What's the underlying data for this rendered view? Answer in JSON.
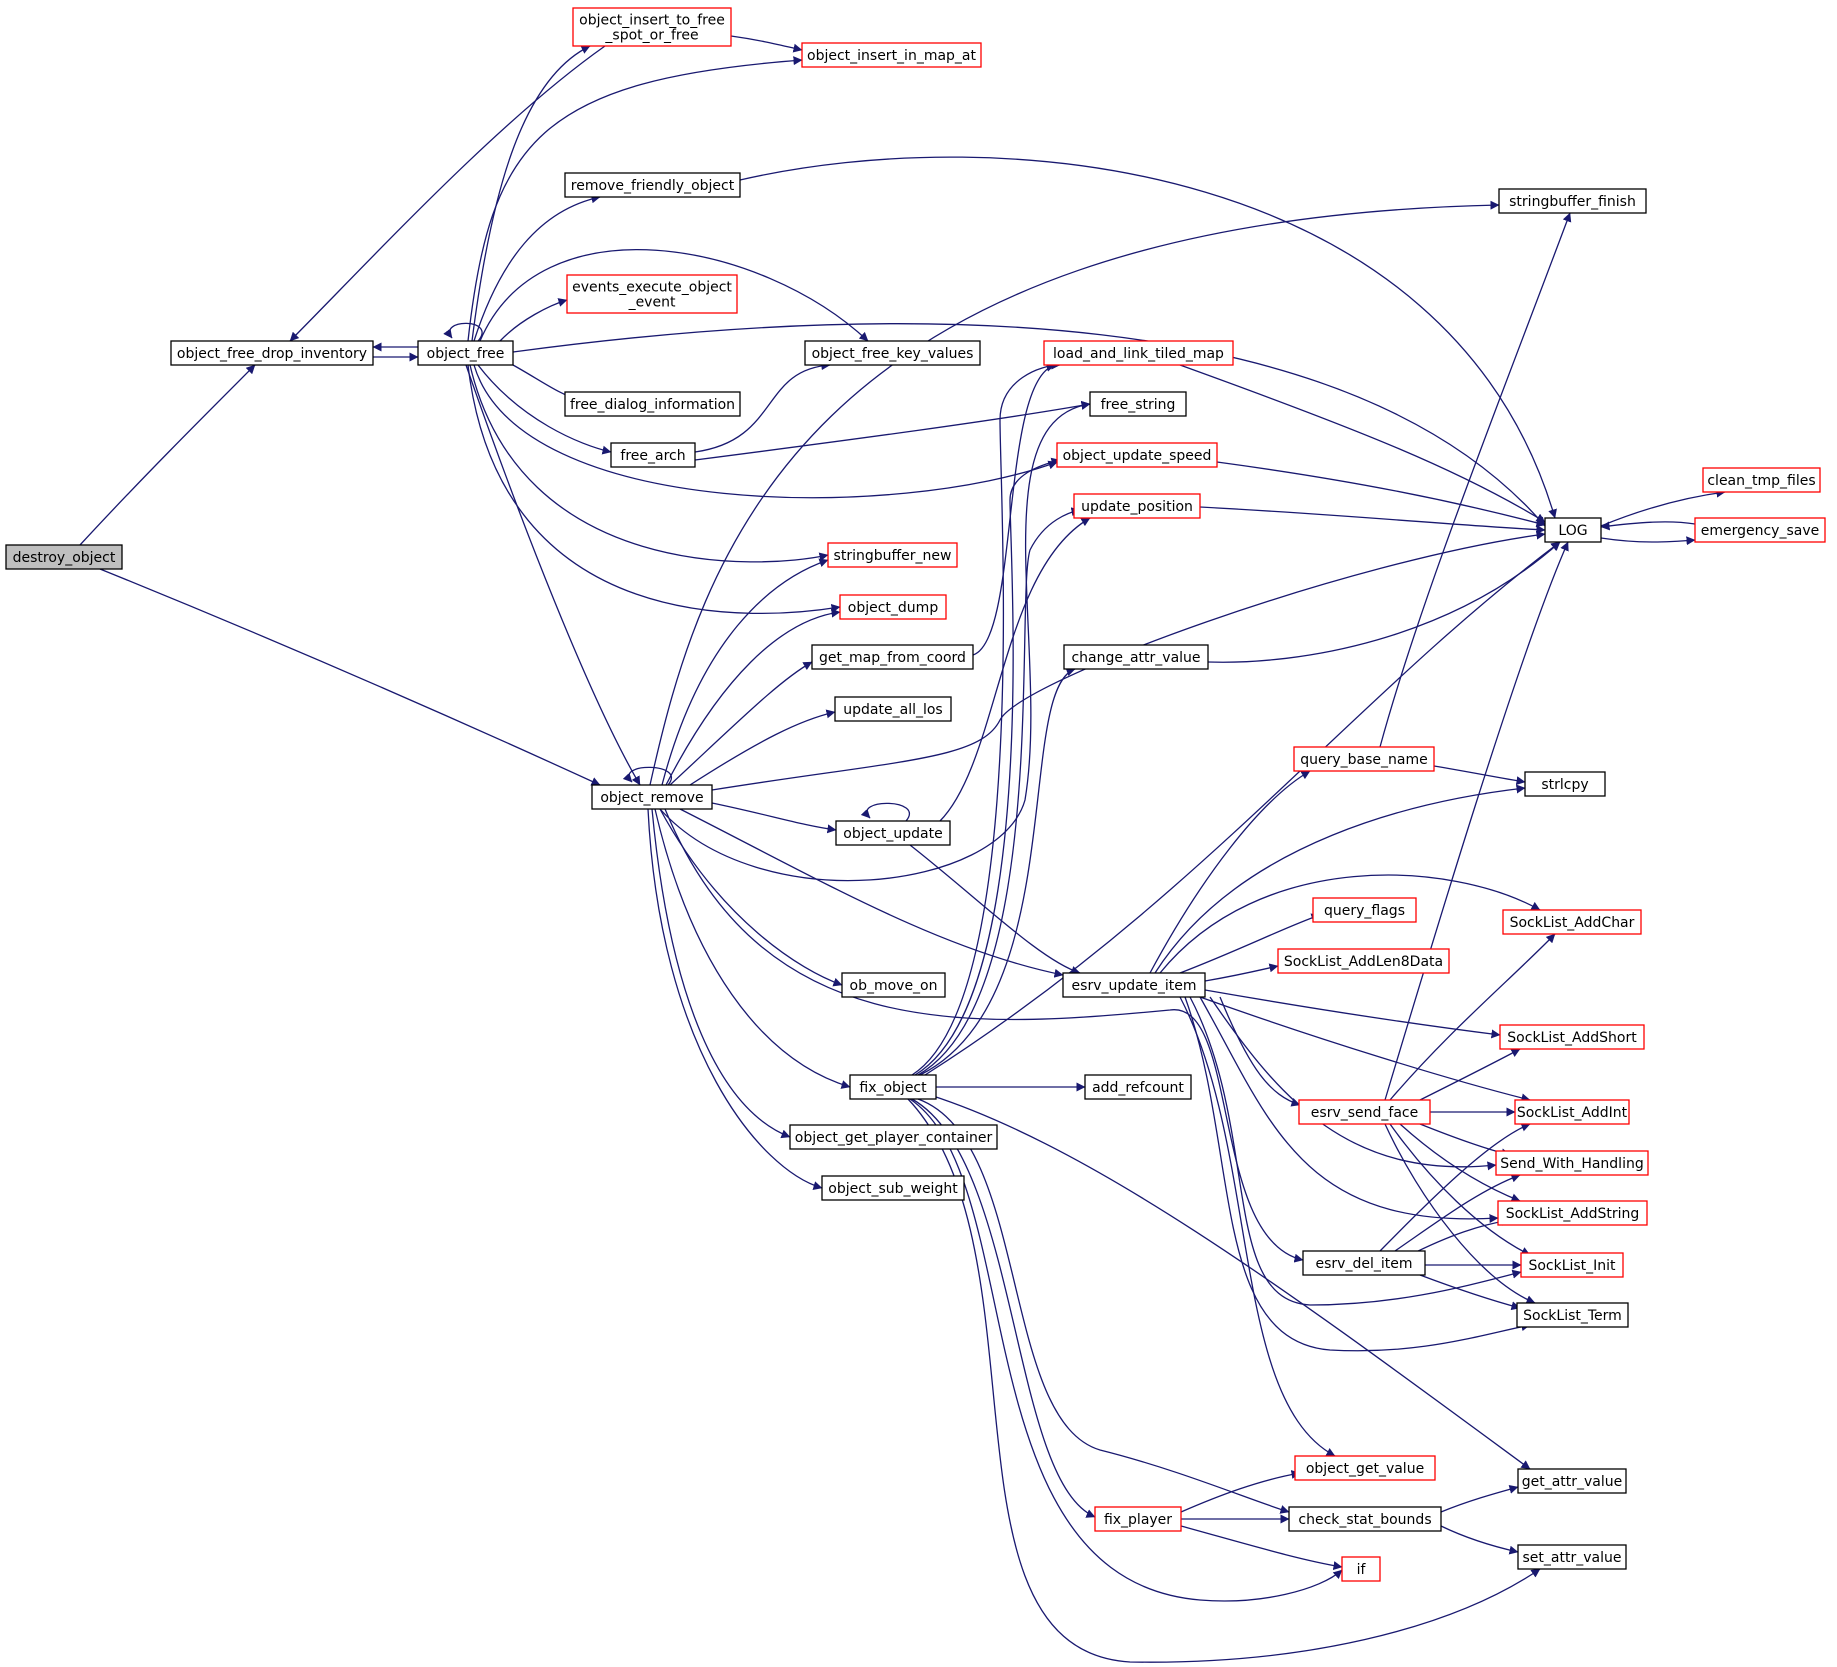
{
  "colors": {
    "edge": "#191970",
    "link_border": "#ff0000",
    "plain_border": "#000000",
    "root_fill": "#bfbfbf"
  },
  "nodes": {
    "destroy_object": {
      "lines": [
        "destroy_object"
      ],
      "style": "root"
    },
    "object_free_drop_inventory": {
      "lines": [
        "object_free_drop_inventory"
      ],
      "style": "plain"
    },
    "object_free": {
      "lines": [
        "object_free"
      ],
      "style": "plain"
    },
    "object_remove": {
      "lines": [
        "object_remove"
      ],
      "style": "plain"
    },
    "object_insert_to_free_spot_or_free": {
      "lines": [
        "object_insert_to_free",
        "_spot_or_free"
      ],
      "style": "link"
    },
    "object_insert_in_map_at": {
      "lines": [
        "object_insert_in_map_at"
      ],
      "style": "link"
    },
    "remove_friendly_object": {
      "lines": [
        "remove_friendly_object"
      ],
      "style": "plain"
    },
    "events_execute_object_event": {
      "lines": [
        "events_execute_object",
        "_event"
      ],
      "style": "link"
    },
    "object_free_key_values": {
      "lines": [
        "object_free_key_values"
      ],
      "style": "plain"
    },
    "free_dialog_information": {
      "lines": [
        "free_dialog_information"
      ],
      "style": "plain"
    },
    "free_arch": {
      "lines": [
        "free_arch"
      ],
      "style": "plain"
    },
    "stringbuffer_finish": {
      "lines": [
        "stringbuffer_finish"
      ],
      "style": "plain"
    },
    "load_and_link_tiled_map": {
      "lines": [
        "load_and_link_tiled_map"
      ],
      "style": "link"
    },
    "free_string": {
      "lines": [
        "free_string"
      ],
      "style": "plain"
    },
    "object_update_speed": {
      "lines": [
        "object_update_speed"
      ],
      "style": "link"
    },
    "update_position": {
      "lines": [
        "update_position"
      ],
      "style": "link"
    },
    "stringbuffer_new": {
      "lines": [
        "stringbuffer_new"
      ],
      "style": "link"
    },
    "object_dump": {
      "lines": [
        "object_dump"
      ],
      "style": "link"
    },
    "get_map_from_coord": {
      "lines": [
        "get_map_from_coord"
      ],
      "style": "plain"
    },
    "update_all_los": {
      "lines": [
        "update_all_los"
      ],
      "style": "plain"
    },
    "change_attr_value": {
      "lines": [
        "change_attr_value"
      ],
      "style": "plain"
    },
    "object_update": {
      "lines": [
        "object_update"
      ],
      "style": "plain"
    },
    "ob_move_on": {
      "lines": [
        "ob_move_on"
      ],
      "style": "plain"
    },
    "esrv_update_item": {
      "lines": [
        "esrv_update_item"
      ],
      "style": "plain"
    },
    "fix_object": {
      "lines": [
        "fix_object"
      ],
      "style": "plain"
    },
    "add_refcount": {
      "lines": [
        "add_refcount"
      ],
      "style": "plain"
    },
    "object_get_player_container": {
      "lines": [
        "object_get_player_container"
      ],
      "style": "plain"
    },
    "object_sub_weight": {
      "lines": [
        "object_sub_weight"
      ],
      "style": "plain"
    },
    "LOG": {
      "lines": [
        "LOG"
      ],
      "style": "plain"
    },
    "clean_tmp_files": {
      "lines": [
        "clean_tmp_files"
      ],
      "style": "link"
    },
    "emergency_save": {
      "lines": [
        "emergency_save"
      ],
      "style": "link"
    },
    "query_base_name": {
      "lines": [
        "query_base_name"
      ],
      "style": "link"
    },
    "strlcpy": {
      "lines": [
        "strlcpy"
      ],
      "style": "plain"
    },
    "query_flags": {
      "lines": [
        "query_flags"
      ],
      "style": "link"
    },
    "SockList_AddLen8Data": {
      "lines": [
        "SockList_AddLen8Data"
      ],
      "style": "link"
    },
    "SockList_AddChar": {
      "lines": [
        "SockList_AddChar"
      ],
      "style": "link"
    },
    "SockList_AddShort": {
      "lines": [
        "SockList_AddShort"
      ],
      "style": "link"
    },
    "esrv_send_face": {
      "lines": [
        "esrv_send_face"
      ],
      "style": "link"
    },
    "SockList_AddInt": {
      "lines": [
        "SockList_AddInt"
      ],
      "style": "link"
    },
    "Send_With_Handling": {
      "lines": [
        "Send_With_Handling"
      ],
      "style": "link"
    },
    "SockList_AddString": {
      "lines": [
        "SockList_AddString"
      ],
      "style": "link"
    },
    "esrv_del_item": {
      "lines": [
        "esrv_del_item"
      ],
      "style": "plain"
    },
    "SockList_Init": {
      "lines": [
        "SockList_Init"
      ],
      "style": "link"
    },
    "SockList_Term": {
      "lines": [
        "SockList_Term"
      ],
      "style": "plain"
    },
    "object_get_value": {
      "lines": [
        "object_get_value"
      ],
      "style": "link"
    },
    "get_attr_value": {
      "lines": [
        "get_attr_value"
      ],
      "style": "plain"
    },
    "fix_player": {
      "lines": [
        "fix_player"
      ],
      "style": "link"
    },
    "check_stat_bounds": {
      "lines": [
        "check_stat_bounds"
      ],
      "style": "plain"
    },
    "if": {
      "lines": [
        "if"
      ],
      "style": "link"
    },
    "set_attr_value": {
      "lines": [
        "set_attr_value"
      ],
      "style": "plain"
    }
  },
  "edges": [
    [
      "destroy_object",
      "object_free_drop_inventory"
    ],
    [
      "destroy_object",
      "object_remove"
    ],
    [
      "object_free_drop_inventory",
      "object_free"
    ],
    [
      "object_free",
      "object_free_drop_inventory"
    ],
    [
      "object_insert_to_free_spot_or_free",
      "object_free_drop_inventory"
    ],
    [
      "object_free",
      "object_free"
    ],
    [
      "object_free",
      "object_insert_to_free_spot_or_free"
    ],
    [
      "object_free",
      "object_insert_in_map_at"
    ],
    [
      "object_insert_to_free_spot_or_free",
      "object_insert_in_map_at"
    ],
    [
      "object_free",
      "remove_friendly_object"
    ],
    [
      "object_free",
      "events_execute_object_event"
    ],
    [
      "object_free",
      "object_free_key_values"
    ],
    [
      "object_free",
      "free_dialog_information"
    ],
    [
      "object_free",
      "free_arch"
    ],
    [
      "object_free",
      "LOG"
    ],
    [
      "object_free",
      "object_update_speed"
    ],
    [
      "object_free",
      "stringbuffer_new"
    ],
    [
      "object_free",
      "object_dump"
    ],
    [
      "object_free",
      "object_remove"
    ],
    [
      "remove_friendly_object",
      "LOG"
    ],
    [
      "free_arch",
      "object_free_key_values"
    ],
    [
      "free_arch",
      "free_string"
    ],
    [
      "object_remove",
      "object_remove"
    ],
    [
      "object_remove",
      "stringbuffer_finish"
    ],
    [
      "object_remove",
      "stringbuffer_new"
    ],
    [
      "object_remove",
      "object_dump"
    ],
    [
      "object_remove",
      "get_map_from_coord"
    ],
    [
      "object_remove",
      "update_all_los"
    ],
    [
      "object_remove",
      "LOG"
    ],
    [
      "object_remove",
      "object_update"
    ],
    [
      "object_remove",
      "free_string"
    ],
    [
      "object_remove",
      "ob_move_on"
    ],
    [
      "object_remove",
      "esrv_update_item"
    ],
    [
      "object_remove",
      "esrv_del_item"
    ],
    [
      "object_remove",
      "fix_object"
    ],
    [
      "object_remove",
      "object_get_player_container"
    ],
    [
      "object_remove",
      "object_sub_weight"
    ],
    [
      "get_map_from_coord",
      "load_and_link_tiled_map"
    ],
    [
      "load_and_link_tiled_map",
      "LOG"
    ],
    [
      "object_update_speed",
      "LOG"
    ],
    [
      "update_position",
      "LOG"
    ],
    [
      "change_attr_value",
      "LOG"
    ],
    [
      "object_update",
      "object_update"
    ],
    [
      "object_update",
      "update_position"
    ],
    [
      "object_update",
      "esrv_update_item"
    ],
    [
      "fix_object",
      "load_and_link_tiled_map"
    ],
    [
      "fix_object",
      "object_update_speed"
    ],
    [
      "fix_object",
      "update_position"
    ],
    [
      "fix_object",
      "change_attr_value"
    ],
    [
      "fix_object",
      "LOG"
    ],
    [
      "fix_object",
      "add_refcount"
    ],
    [
      "fix_object",
      "fix_player"
    ],
    [
      "fix_object",
      "check_stat_bounds"
    ],
    [
      "fix_object",
      "if"
    ],
    [
      "fix_object",
      "get_attr_value"
    ],
    [
      "fix_object",
      "set_attr_value"
    ],
    [
      "LOG",
      "clean_tmp_files"
    ],
    [
      "LOG",
      "emergency_save"
    ],
    [
      "emergency_save",
      "LOG"
    ],
    [
      "query_base_name",
      "stringbuffer_finish"
    ],
    [
      "query_base_name",
      "strlcpy"
    ],
    [
      "esrv_update_item",
      "query_base_name"
    ],
    [
      "esrv_update_item",
      "strlcpy"
    ],
    [
      "esrv_update_item",
      "SockList_AddChar"
    ],
    [
      "esrv_update_item",
      "query_flags"
    ],
    [
      "esrv_update_item",
      "SockList_AddLen8Data"
    ],
    [
      "esrv_update_item",
      "SockList_AddShort"
    ],
    [
      "esrv_update_item",
      "SockList_AddInt"
    ],
    [
      "esrv_update_item",
      "esrv_send_face"
    ],
    [
      "esrv_update_item",
      "Send_With_Handling"
    ],
    [
      "esrv_update_item",
      "SockList_AddString"
    ],
    [
      "esrv_update_item",
      "SockList_Init"
    ],
    [
      "esrv_update_item",
      "SockList_Term"
    ],
    [
      "esrv_update_item",
      "object_get_value"
    ],
    [
      "esrv_send_face",
      "LOG"
    ],
    [
      "esrv_send_face",
      "SockList_AddChar"
    ],
    [
      "esrv_send_face",
      "SockList_AddShort"
    ],
    [
      "esrv_send_face",
      "SockList_AddInt"
    ],
    [
      "esrv_send_face",
      "Send_With_Handling"
    ],
    [
      "esrv_send_face",
      "SockList_AddString"
    ],
    [
      "esrv_send_face",
      "SockList_Init"
    ],
    [
      "esrv_send_face",
      "SockList_Term"
    ],
    [
      "esrv_del_item",
      "SockList_AddInt"
    ],
    [
      "esrv_del_item",
      "Send_With_Handling"
    ],
    [
      "esrv_del_item",
      "SockList_AddString"
    ],
    [
      "esrv_del_item",
      "SockList_Init"
    ],
    [
      "esrv_del_item",
      "SockList_Term"
    ],
    [
      "fix_player",
      "object_get_value"
    ],
    [
      "fix_player",
      "check_stat_bounds"
    ],
    [
      "fix_player",
      "if"
    ],
    [
      "check_stat_bounds",
      "get_attr_value"
    ],
    [
      "check_stat_bounds",
      "set_attr_value"
    ]
  ]
}
